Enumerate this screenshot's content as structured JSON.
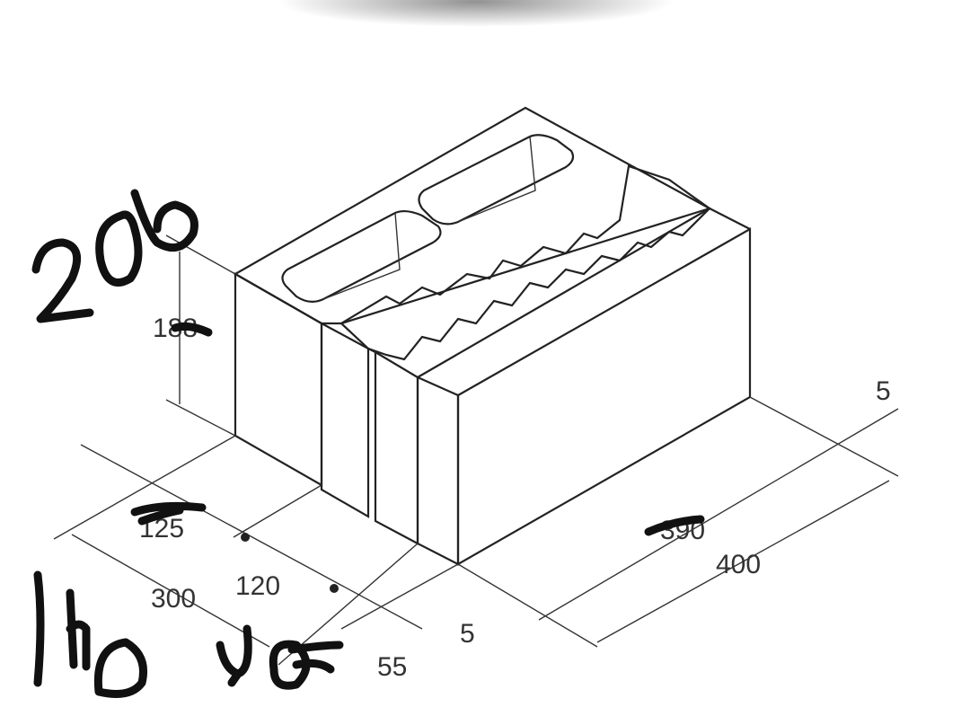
{
  "diagram": {
    "dimensions": {
      "height": "188",
      "end_width": "125",
      "left_length": "300",
      "middle": "120",
      "joint_front": "5",
      "joint_right": "5",
      "length_inner": "390",
      "length_total": "400",
      "bottom_obscured": "55"
    },
    "handwritten": {
      "height_note": "206",
      "width_note": "140",
      "bottom_note": "40"
    }
  }
}
